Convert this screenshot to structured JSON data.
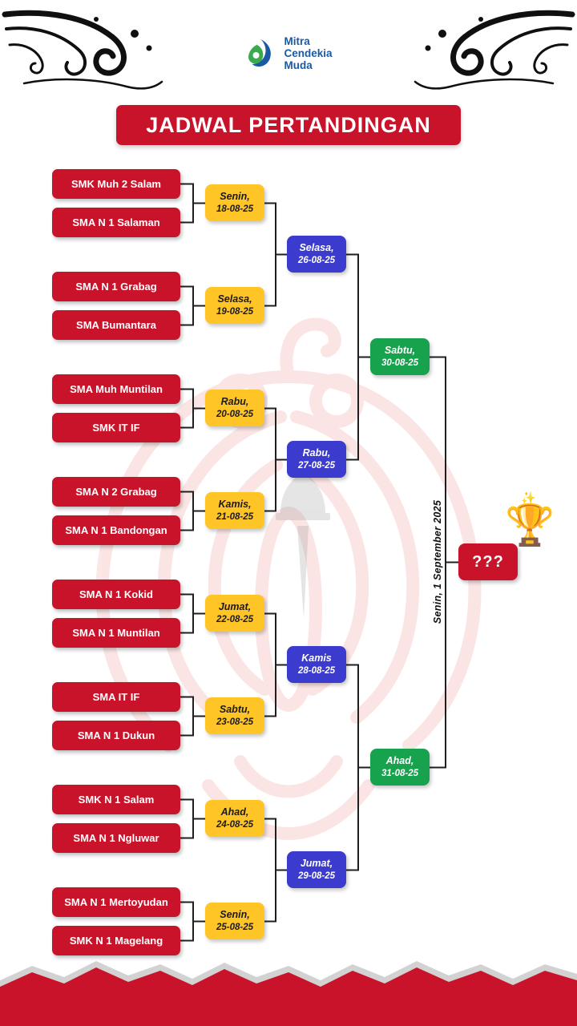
{
  "title": {
    "text": "JADWAL PERTANDINGAN"
  },
  "logo": {
    "line1": "Mitra",
    "line2": "Cendekia",
    "line3": "Muda"
  },
  "icons": {
    "trophy": "🏆",
    "sparkles": "✨"
  },
  "colors": {
    "primary_red": "#C9132A",
    "badge_yellow": "#FFC426",
    "badge_blue": "#3B3BCE",
    "badge_green": "#17A24E",
    "logo_blue": "#1A5AA5",
    "logo_green": "#3BAA4E",
    "connector_black": "#1F1F1F",
    "watermark_red": "#E0362C"
  },
  "bracket": {
    "round1": [
      {
        "team_a": "SMK Muh 2 Salam",
        "team_b": "SMA N 1 Salaman",
        "day": "Senin,",
        "date": "18-08-25"
      },
      {
        "team_a": "SMA N 1 Grabag",
        "team_b": "SMA Bumantara",
        "day": "Selasa,",
        "date": "19-08-25"
      },
      {
        "team_a": "SMA Muh Muntilan",
        "team_b": "SMK IT IF",
        "day": "Rabu,",
        "date": "20-08-25"
      },
      {
        "team_a": "SMA N 2 Grabag",
        "team_b": "SMA N 1 Bandongan",
        "day": "Kamis,",
        "date": "21-08-25"
      },
      {
        "team_a": "SMA N 1 Kokid",
        "team_b": "SMA N 1 Muntilan",
        "day": "Jumat,",
        "date": "22-08-25"
      },
      {
        "team_a": "SMA IT IF",
        "team_b": "SMA N 1 Dukun",
        "day": "Sabtu,",
        "date": "23-08-25"
      },
      {
        "team_a": "SMK N 1 Salam",
        "team_b": "SMA N 1 Ngluwar",
        "day": "Ahad,",
        "date": "24-08-25"
      },
      {
        "team_a": "SMA N 1 Mertoyudan",
        "team_b": "SMK N 1 Magelang",
        "day": "Senin,",
        "date": "25-08-25"
      }
    ],
    "round2": [
      {
        "day": "Selasa,",
        "date": "26-08-25"
      },
      {
        "day": "Rabu,",
        "date": "27-08-25"
      },
      {
        "day": "Kamis",
        "date": "28-08-25"
      },
      {
        "day": "Jumat,",
        "date": "29-08-25"
      }
    ],
    "round3": [
      {
        "day": "Sabtu,",
        "date": "30-08-25"
      },
      {
        "day": "Ahad,",
        "date": "31-08-25"
      }
    ],
    "final": {
      "label": "???",
      "date_vertical": "Senin, 1 September 2025"
    }
  }
}
